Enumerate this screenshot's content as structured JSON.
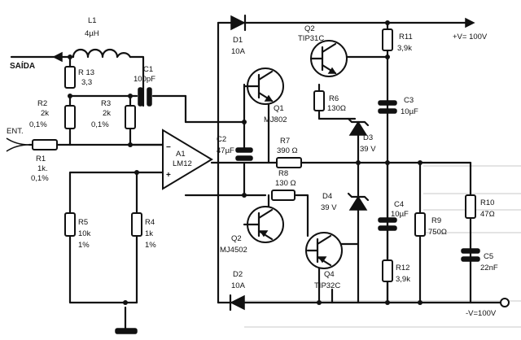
{
  "supply": {
    "positive": "+V= 100V",
    "negative": "-V=100V"
  },
  "io": {
    "output": "SAÍDA",
    "input": "ENT."
  },
  "components": {
    "L1": {
      "ref": "L1",
      "value": "4µH"
    },
    "R13": {
      "ref": "R 13",
      "value": "3,3"
    },
    "C1": {
      "ref": "C1",
      "value": "100pF"
    },
    "R2": {
      "ref": "R2",
      "value": "2k",
      "tol": "0,1%"
    },
    "R3": {
      "ref": "R3",
      "value": "2k",
      "tol": "0,1%"
    },
    "R1": {
      "ref": "R1",
      "value": "1k.",
      "tol": "0,1%"
    },
    "A1": {
      "ref": "A1",
      "value": "LM12",
      "minus": "−",
      "plus": "+"
    },
    "R5": {
      "ref": "R5",
      "value": "10k",
      "tol": "1%"
    },
    "R4": {
      "ref": "R4",
      "value": "1k",
      "tol": "1%"
    },
    "D1": {
      "ref": "D1",
      "value": "10A"
    },
    "D2": {
      "ref": "D2",
      "value": "10A"
    },
    "Q1": {
      "ref": "Q1",
      "value": "MJ802"
    },
    "Q2a": {
      "ref": "Q2",
      "value": "TIP31C"
    },
    "Q2b": {
      "ref": "Q2",
      "value": "MJ4502"
    },
    "Q4": {
      "ref": "Q4",
      "value": "TIP32C"
    },
    "R6": {
      "ref": "R6",
      "value": "130Ω"
    },
    "C2": {
      "ref": "C2",
      "value": "47µF"
    },
    "R7": {
      "ref": "R7",
      "value": "390 Ω"
    },
    "R8": {
      "ref": "R8",
      "value": "130 Ω"
    },
    "D3": {
      "ref": "D3",
      "value": "39 V"
    },
    "D4": {
      "ref": "D4",
      "value": "39 V"
    },
    "R11": {
      "ref": "R11",
      "value": "3,9k"
    },
    "C3": {
      "ref": "C3",
      "value": "10µF"
    },
    "C4": {
      "ref": "C4",
      "value": "10µF"
    },
    "R12": {
      "ref": "R12",
      "value": "3,9k"
    },
    "R9": {
      "ref": "R9",
      "value": "750Ω"
    },
    "R10": {
      "ref": "R10",
      "value": "47Ω"
    },
    "C5": {
      "ref": "C5",
      "value": "22nF"
    }
  }
}
